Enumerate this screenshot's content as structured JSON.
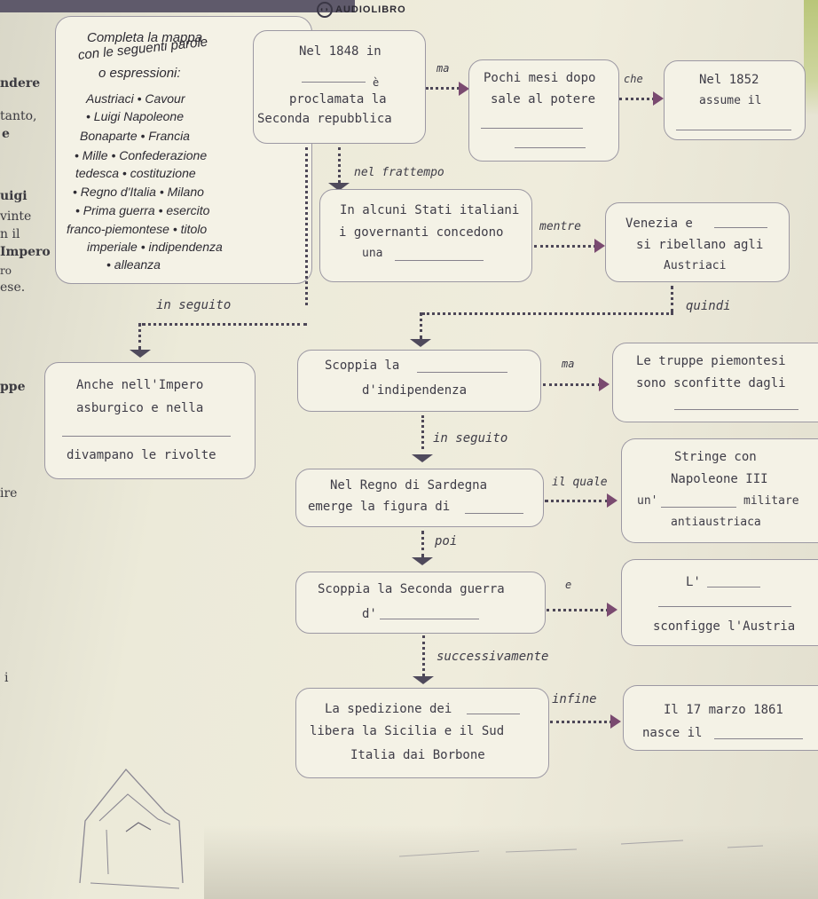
{
  "header": {
    "audio_label": "AUDIOLIBRO",
    "audio_icon": "headphones-icon"
  },
  "left_margin": [
    "ndere",
    "tanto,",
    "e",
    "uigi",
    "vinte",
    "n il",
    "Impero",
    "ro",
    "ese.",
    "ppe",
    "ire",
    "i"
  ],
  "instructions": {
    "line1": "Completa la mappa",
    "line2": "con le seguenti parole",
    "line3": "o espressioni:",
    "words": [
      "Austriaci • Cavour",
      "• Luigi Napoleone",
      "Bonaparte • Francia",
      "• Mille • Confederazione",
      "tedesca • costituzione",
      "• Regno d'Italia • Milano",
      "• Prima guerra • esercito",
      "franco-piemontese • titolo",
      "imperiale • indipendenza",
      "• alleanza"
    ]
  },
  "boxes": {
    "b1848": {
      "l1": "Nel 1848 in",
      "l2": "è",
      "l3": "proclamata la",
      "l4": "Seconda repubblica"
    },
    "pochi": {
      "l1": "Pochi mesi dopo",
      "l2": "sale al potere"
    },
    "b1852": {
      "l1": "Nel 1852",
      "l2": "assume il"
    },
    "stati": {
      "l1": "In alcuni Stati italiani",
      "l2": "i governanti concedono",
      "l3": "una"
    },
    "venezia": {
      "l1": "Venezia e",
      "l2": "si ribellano agli",
      "l3": "Austriaci"
    },
    "impero": {
      "l1": "Anche nell'Impero",
      "l2": "asburgico e nella",
      "l3": "divampano le rivolte"
    },
    "scoppia1": {
      "l1": "Scoppia la",
      "l2": "d'indipendenza"
    },
    "truppe": {
      "l1": "Le truppe piemontesi",
      "l2": "sono sconfitte dagli"
    },
    "sardegna": {
      "l1": "Nel Regno di Sardegna",
      "l2": "emerge la figura di"
    },
    "stringe": {
      "l1": "Stringe con",
      "l2": "Napoleone III",
      "l3a": "un'",
      "l3b": "militare",
      "l4": "antiaustriaca"
    },
    "scoppia2": {
      "l1": "Scoppia la Seconda guerra",
      "l2": "d'"
    },
    "sconfigge": {
      "l1": "L'",
      "l2": "sconfigge l'Austria"
    },
    "spedizione": {
      "l1": "La spedizione dei",
      "l2": "libera la Sicilia e il Sud",
      "l3": "Italia dai Borbone"
    },
    "b1861": {
      "l1": "Il 17 marzo 1861",
      "l2": "nasce il"
    }
  },
  "connectors": {
    "ma1": "ma",
    "che": "che",
    "nel_frattempo": "nel frattempo",
    "mentre": "mentre",
    "in_seguito1": "in seguito",
    "quindi": "quindi",
    "ma2": "ma",
    "in_seguito2": "in seguito",
    "il_quale": "il quale",
    "poi": "poi",
    "e": "e",
    "successivamente": "successivamente",
    "infine": "infine"
  }
}
